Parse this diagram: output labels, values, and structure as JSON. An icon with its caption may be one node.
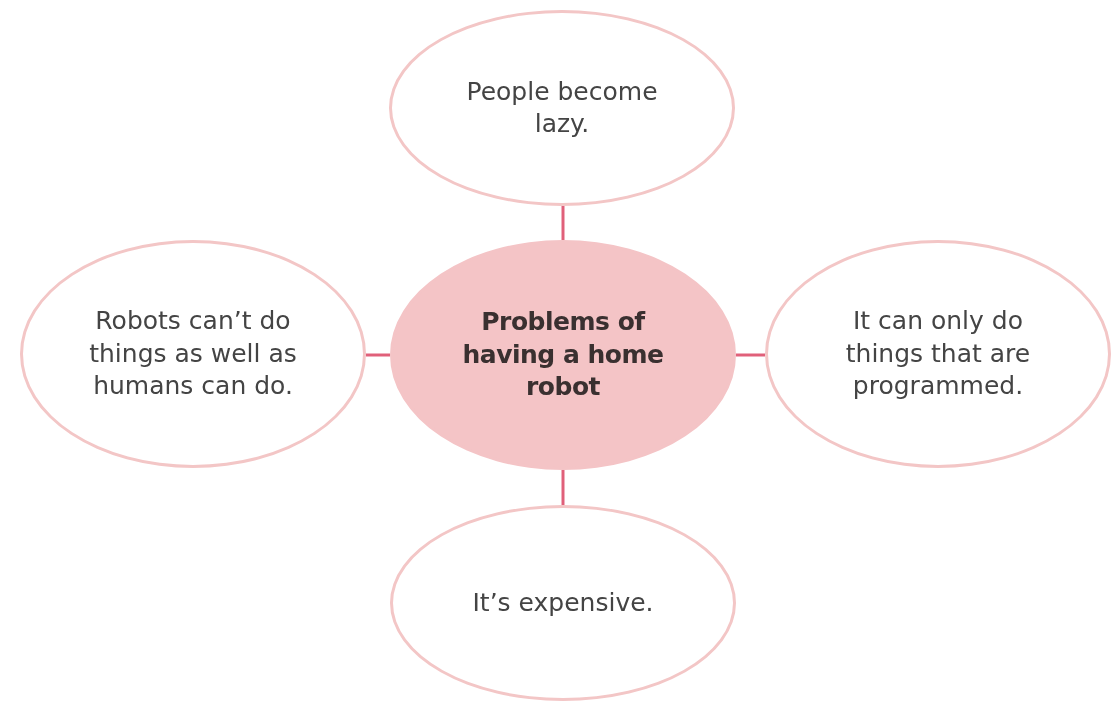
{
  "diagram": {
    "nodes": [
      {
        "text": [
          "People become lazy."
        ]
      },
      {
        "text": [
          "Robots can’t do things as well as humans can do."
        ]
      },
      {
        "text": [
          "Problems of having a home robot"
        ]
      },
      {
        "text": [
          "It can only do things that are programmed."
        ]
      },
      {
        "text": [
          "It’s expensive."
        ]
      }
    ],
    "edges": [
      {
        "from": 2,
        "to": 0,
        "arrow": "none"
      },
      {
        "from": 2,
        "to": 1,
        "arrow": "none"
      },
      {
        "from": 2,
        "to": 3,
        "arrow": "none"
      },
      {
        "from": 2,
        "to": 4,
        "arrow": "none"
      }
    ]
  }
}
